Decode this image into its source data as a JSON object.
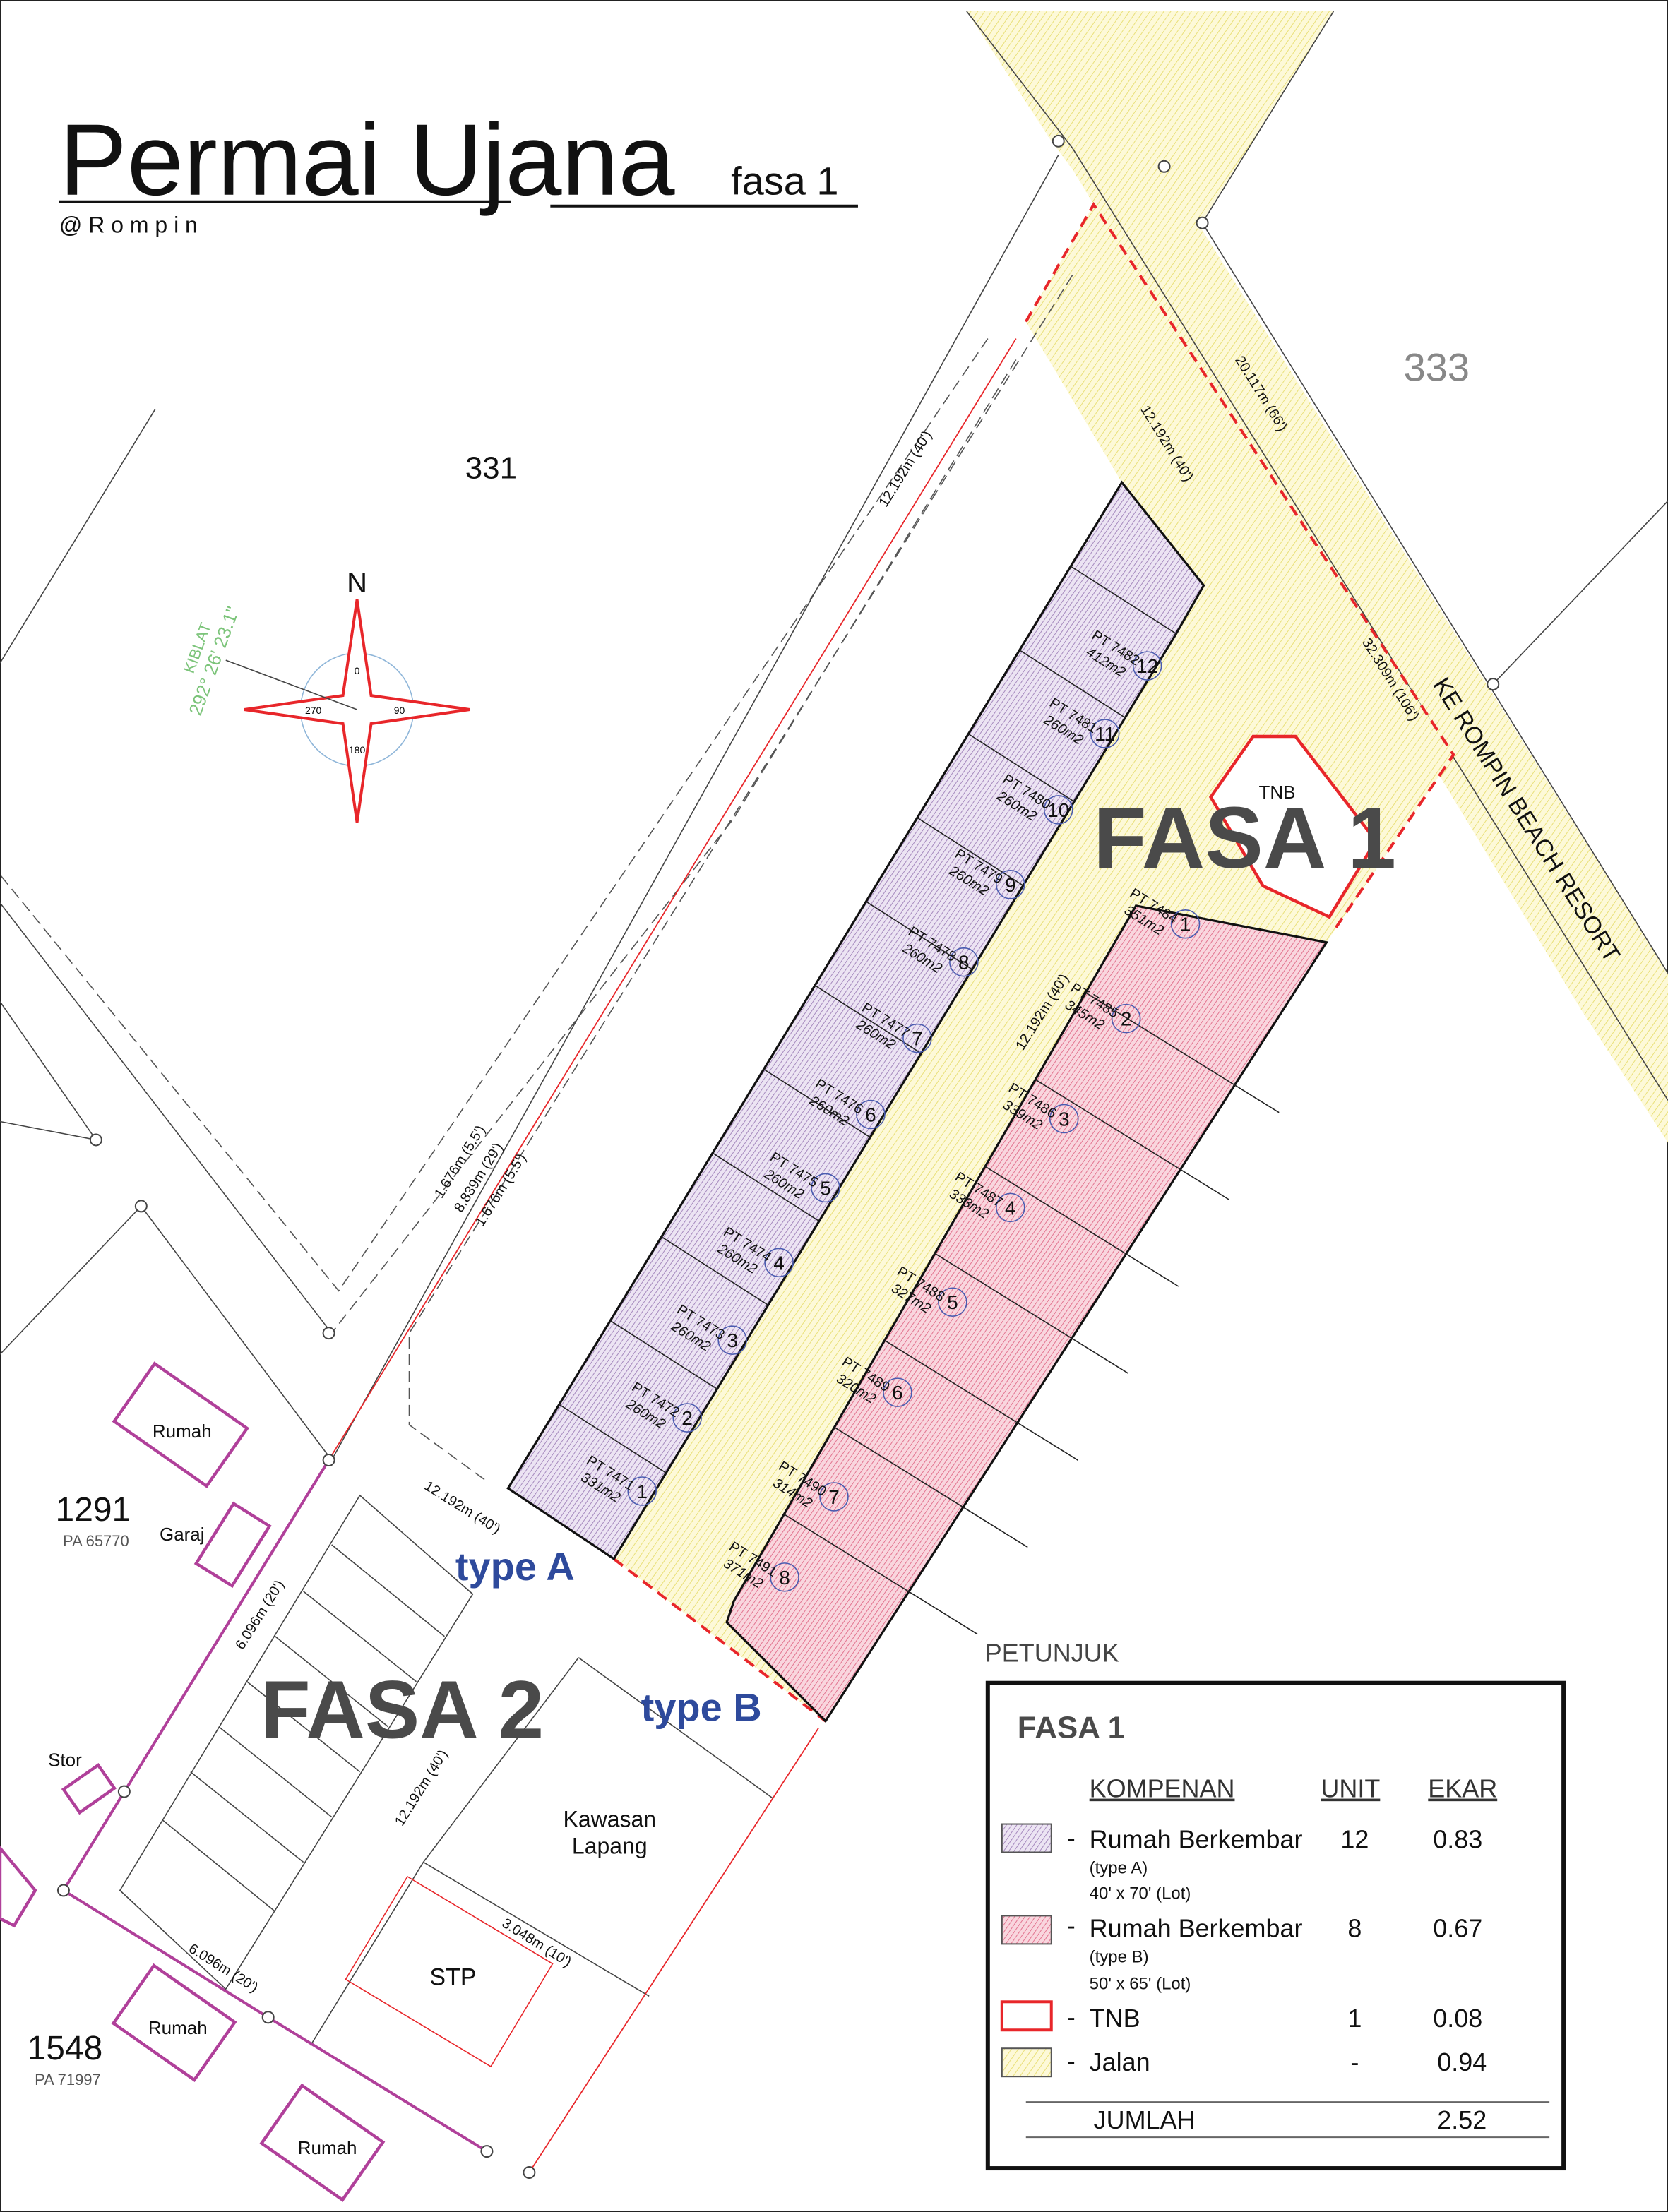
{
  "title": {
    "main": "Permai Ujana",
    "phase": "fasa 1",
    "location": "@ R o m p i n"
  },
  "colors": {
    "type_a": "#e4d9ee",
    "type_b": "#f7c9d4",
    "jalan": "#fbf6c4",
    "tnb": "#e8262a",
    "fasa_text": "#4a4a4a",
    "type_label": "#2e4a9c",
    "kiblat": "#7cc47a",
    "rumah": "#b0409a"
  },
  "lot_numbers": {
    "331": "331",
    "333": "333"
  },
  "neighbours": [
    {
      "lot": "1291",
      "pa": "PA 65770"
    },
    {
      "lot": "1548",
      "pa": "PA 71997"
    }
  ],
  "buildings": {
    "rumah": "Rumah",
    "garaj": "Garaj",
    "stor": "Stor"
  },
  "compass": {
    "north": "N",
    "kiblat_label": "KIBLAT",
    "kiblat_bearing": "292° 26' 23.1\"",
    "deg0": "0",
    "deg90": "90",
    "deg180": "180",
    "deg270": "270"
  },
  "areas": {
    "fasa1": "FASA 1",
    "fasa2": "FASA 2",
    "type_a": "type A",
    "type_b": "type B",
    "tnb": "TNB",
    "kawasan": "Kawasan",
    "lapang": "Lapang",
    "stp": "STP",
    "road": "KE ROMPIN BEACH RESORT"
  },
  "dimensions": {
    "road40_top": "12.192m (40')",
    "road40_side": "12.192m (40')",
    "road40_mid": "12.192m (40')",
    "road40_bottom": "12.192m (40')",
    "road40_fasa2": "12.192m (40')",
    "road66": "20.117m (66')",
    "road106": "32.309m (106')",
    "lane20_a": "6.096m (20')",
    "lane20_b": "6.096m (20')",
    "lane10": "3.048m (10')",
    "reserve1": "1.676m (5.5')",
    "reserve2": "8.839m (29')",
    "reserve3": "1.676m (5.5')"
  },
  "type_a_lots": [
    {
      "no": "1",
      "pt": "PT 7471",
      "area": "331m2"
    },
    {
      "no": "2",
      "pt": "PT 7472",
      "area": "260m2"
    },
    {
      "no": "3",
      "pt": "PT 7473",
      "area": "260m2"
    },
    {
      "no": "4",
      "pt": "PT 7474",
      "area": "260m2"
    },
    {
      "no": "5",
      "pt": "PT 7475",
      "area": "260m2"
    },
    {
      "no": "6",
      "pt": "PT 7476",
      "area": "260m2"
    },
    {
      "no": "7",
      "pt": "PT 7477",
      "area": "260m2"
    },
    {
      "no": "8",
      "pt": "PT 7478",
      "area": "260m2"
    },
    {
      "no": "9",
      "pt": "PT 7479",
      "area": "260m2"
    },
    {
      "no": "10",
      "pt": "PT 7480",
      "area": "260m2"
    },
    {
      "no": "11",
      "pt": "PT 7481",
      "area": "260m2"
    },
    {
      "no": "12",
      "pt": "PT 7482",
      "area": "412m2"
    }
  ],
  "type_b_lots": [
    {
      "no": "1",
      "pt": "PT 7484",
      "area": "351m2"
    },
    {
      "no": "2",
      "pt": "PT 7485",
      "area": "345m2"
    },
    {
      "no": "3",
      "pt": "PT 7486",
      "area": "339m2"
    },
    {
      "no": "4",
      "pt": "PT 7487",
      "area": "333m2"
    },
    {
      "no": "5",
      "pt": "PT 7488",
      "area": "327m2"
    },
    {
      "no": "6",
      "pt": "PT 7489",
      "area": "320m2"
    },
    {
      "no": "7",
      "pt": "PT 7490",
      "area": "314m2"
    },
    {
      "no": "8",
      "pt": "PT 7491",
      "area": "371m2"
    }
  ],
  "legend": {
    "heading": "PETUNJUK",
    "title": "FASA 1",
    "col_component": "KOMPENAN",
    "col_unit": "UNIT",
    "col_acre": "EKAR",
    "rows": [
      {
        "label": "Rumah Berkembar",
        "sub1": "(type A)",
        "sub2": "40' x 70' (Lot)",
        "unit": "12",
        "acre": "0.83"
      },
      {
        "label": "Rumah Berkembar",
        "sub1": "(type B)",
        "sub2": "50' x 65' (Lot)",
        "unit": "8",
        "acre": "0.67"
      },
      {
        "label": "TNB",
        "unit": "1",
        "acre": "0.08"
      },
      {
        "label": "Jalan",
        "unit": "-",
        "acre": "0.94"
      }
    ],
    "total_label": "JUMLAH",
    "total_acre": "2.52"
  }
}
